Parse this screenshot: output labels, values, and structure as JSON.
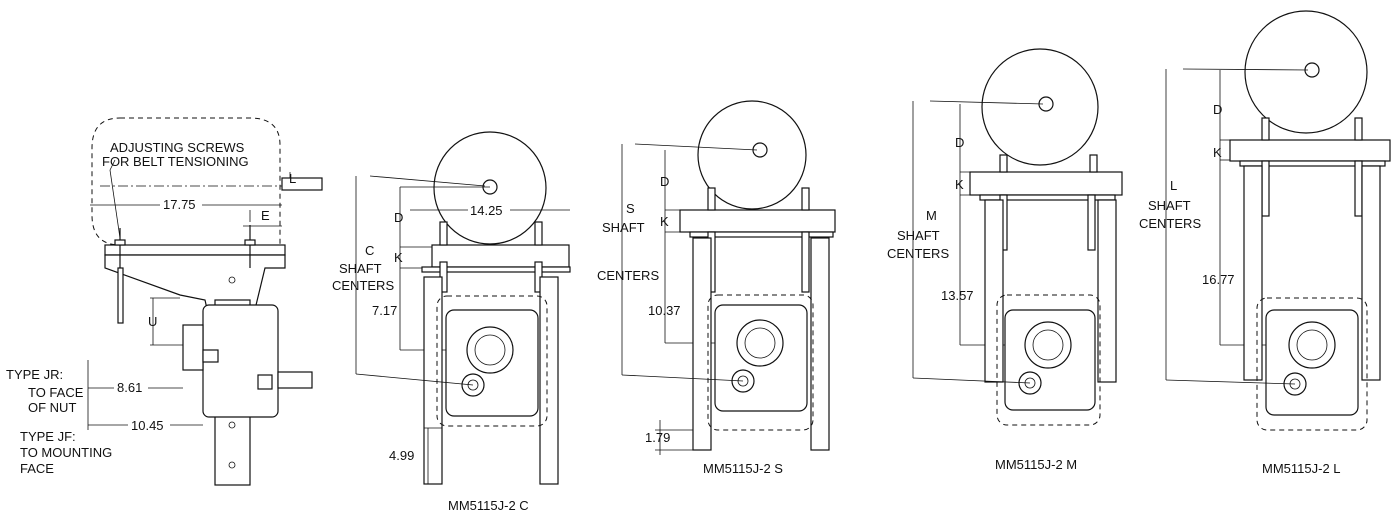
{
  "side_view": {
    "note_line1": "ADJUSTING SCREWS",
    "note_line2": "FOR BELT TENSIONING",
    "dim_17_75": "17.75",
    "dim_e": "E",
    "dim_l": "L",
    "dim_u": "U",
    "dim_8_61": "8.61",
    "dim_10_45": "10.45",
    "type_jr_line1": "TYPE JR:",
    "type_jr_line2": "TO FACE",
    "type_jr_line3": "OF NUT",
    "type_jf_line1": "TYPE JF:",
    "type_jf_line2": "TO MOUNTING",
    "type_jf_line3": "FACE"
  },
  "views": [
    {
      "caption": "MM5115J-2 C",
      "center_label": "C",
      "shaft_label": "SHAFT",
      "centers_label": "CENTERS",
      "d_label": "D",
      "k_label": "K",
      "height_dim": "7.17",
      "width_dim": "14.25",
      "leg_dim": "4.99"
    },
    {
      "caption": "MM5115J-2 S",
      "center_label": "S",
      "shaft_label": "SHAFT",
      "centers_label": "CENTERS",
      "d_label": "D",
      "k_label": "K",
      "height_dim": "10.37",
      "leg_dim": "1.79"
    },
    {
      "caption": "MM5115J-2 M",
      "center_label": "M",
      "shaft_label": "SHAFT",
      "centers_label": "CENTERS",
      "d_label": "D",
      "k_label": "K",
      "height_dim": "13.57"
    },
    {
      "caption": "MM5115J-2 L",
      "center_label": "L",
      "shaft_label": "SHAFT",
      "centers_label": "CENTERS",
      "d_label": "D",
      "k_label": "K",
      "height_dim": "16.77"
    }
  ]
}
